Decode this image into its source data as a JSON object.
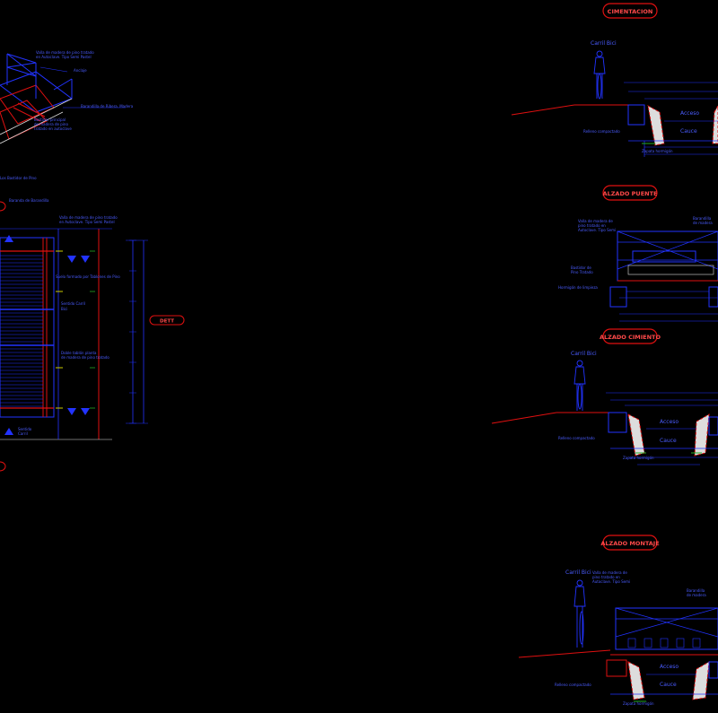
{
  "colors": {
    "background": "#000000",
    "blue": "#2233ff",
    "blue_text": "#4a5cff",
    "red": "#e01010",
    "white": "#dddddd",
    "yellow": "#cccc00",
    "green": "#22aa22"
  },
  "title_tags": {
    "cimentacion": "CIMENTACION",
    "alzado_puente": "ALZADO PUENTE",
    "alzado_cimiento": "ALZADO CIMIENTO",
    "alzado_montaje": "ALZADO MONTAJE",
    "planta": "DETT"
  },
  "labels": {
    "carril_bici": "Carril Bici",
    "acceso": "Acceso",
    "cauce": "Cauce"
  }
}
